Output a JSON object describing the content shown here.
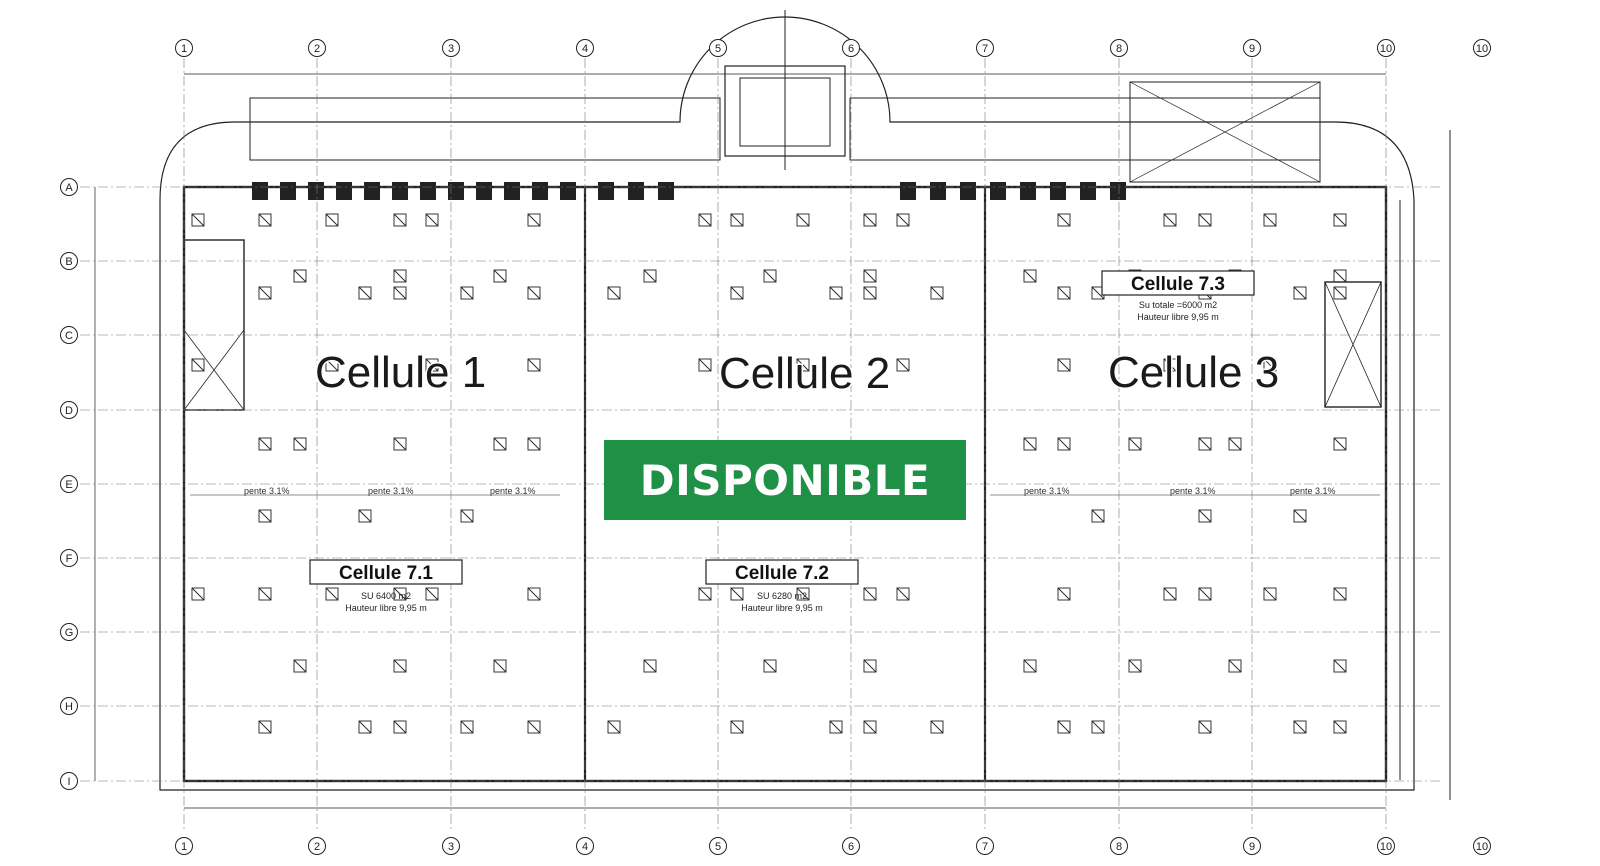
{
  "grid": {
    "columns": [
      "1",
      "2",
      "3",
      "4",
      "5",
      "6",
      "7",
      "8",
      "9",
      "10",
      "10"
    ],
    "rows": [
      "A",
      "B",
      "C",
      "D",
      "E",
      "F",
      "G",
      "H",
      "I"
    ]
  },
  "cells": {
    "c1": {
      "label": "Cellule 1"
    },
    "c2": {
      "label": "Cellule 2"
    },
    "c3": {
      "label": "Cellule 3"
    }
  },
  "tags": {
    "t71": {
      "title": "Cellule 7.1",
      "line1": "SU 6400 m2",
      "line2": "Hauteur libre 9,95 m"
    },
    "t72": {
      "title": "Cellule 7.2",
      "line1": "SU 6280 m2",
      "line2": "Hauteur libre 9,95 m"
    },
    "t73": {
      "title": "Cellule 7.3",
      "line1": "Su totale =6000 m2",
      "line2": "Hauteur libre 9,95 m"
    }
  },
  "slope_label": "pente 3.1%",
  "banner": {
    "text": "DISPONIBLE",
    "color": "#1e9147"
  },
  "colors": {
    "linework": "#222222"
  }
}
